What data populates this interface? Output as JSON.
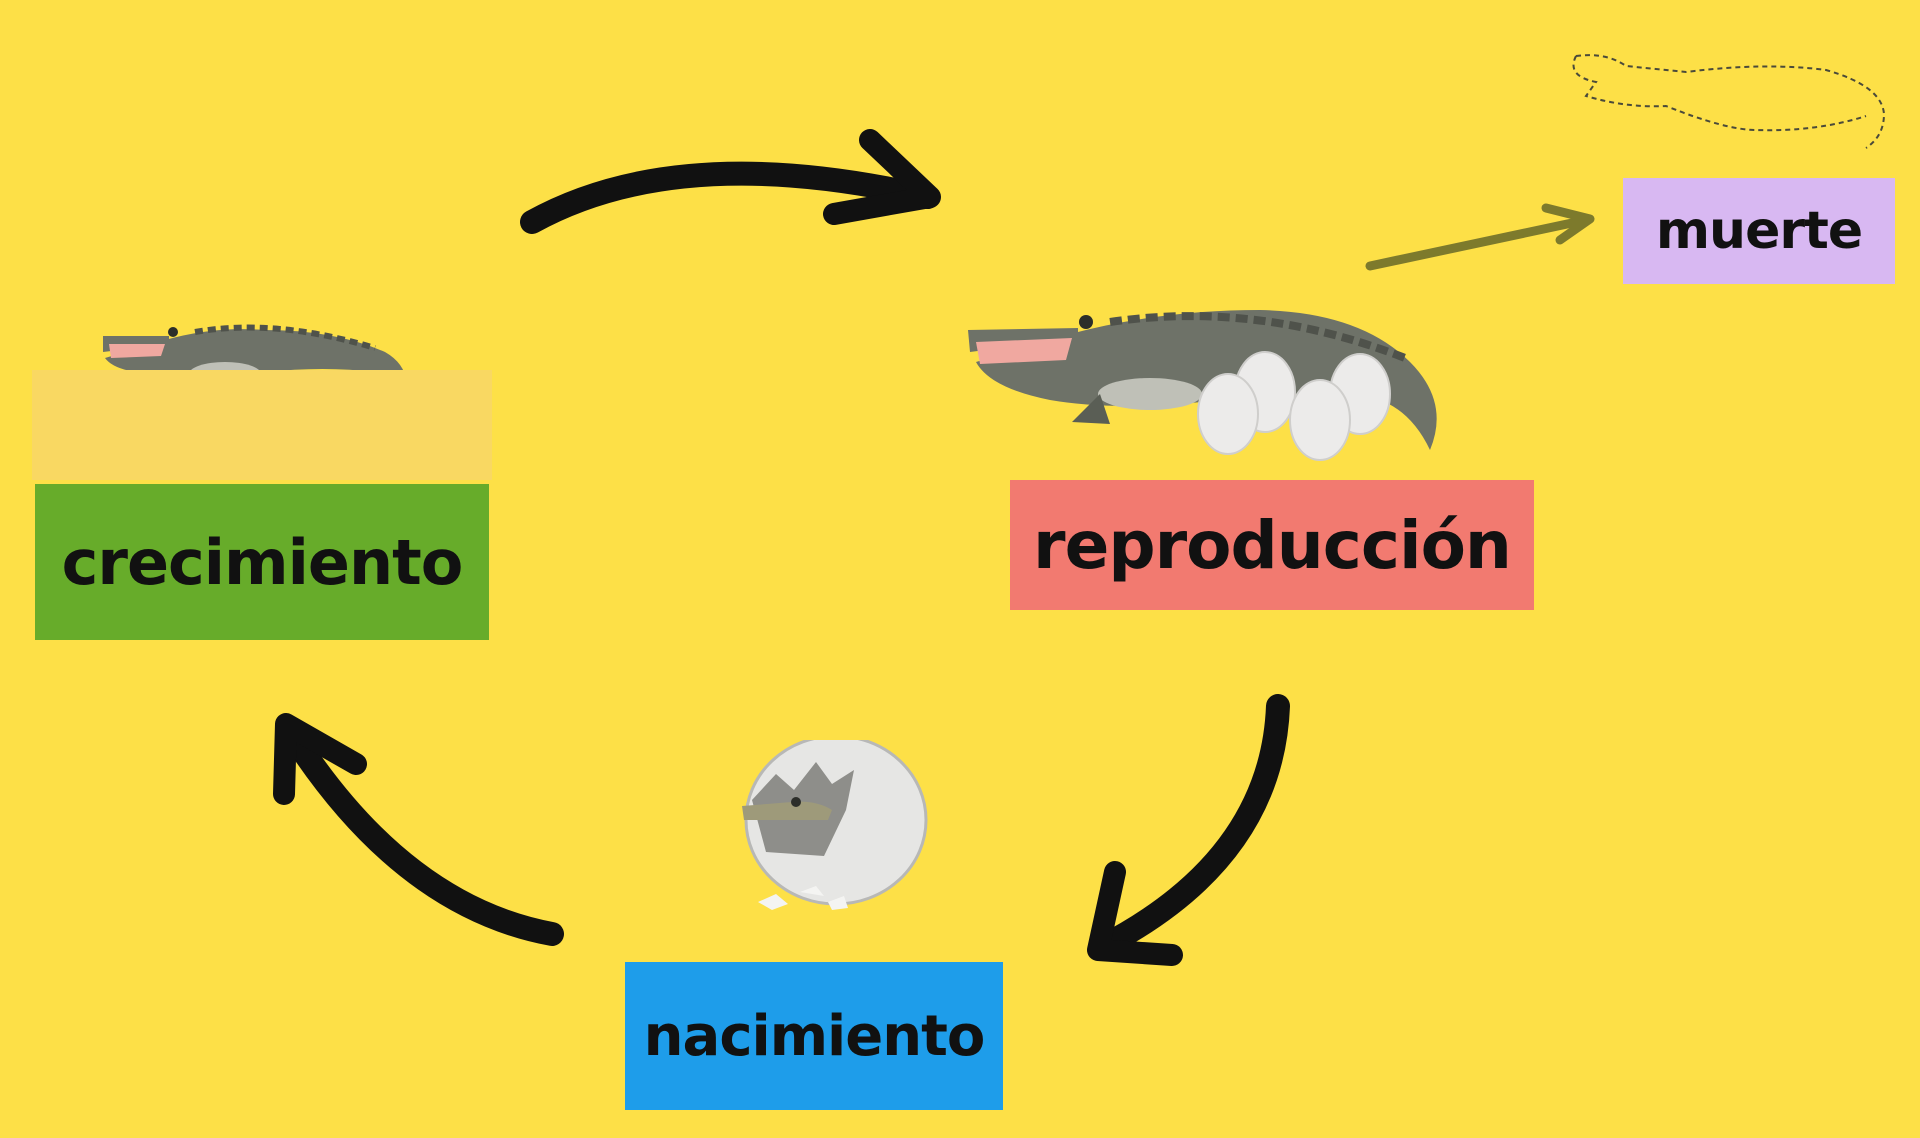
{
  "stages": {
    "growth": {
      "label": "crecimiento",
      "color": "#67AC2A"
    },
    "reproduction": {
      "label": "reproducción",
      "color": "#F27A70"
    },
    "birth": {
      "label": "nacimiento",
      "color": "#1E9DEA"
    },
    "death": {
      "label": "muerte",
      "color": "#D8B8F2"
    }
  },
  "colors": {
    "background": "#FDE047",
    "cycle_arrow": "#111111",
    "death_arrow": "#7D7A2C",
    "crocodile": "#6E7268",
    "crocodile_belly": "#BFC0B7",
    "egg": "#ECEBEA"
  },
  "icons": {
    "growth": "crocodile-icon",
    "reproduction": "crocodile-with-eggs-icon",
    "birth": "hatching-egg-icon",
    "death": "dashed-crocodile-outline-icon"
  }
}
